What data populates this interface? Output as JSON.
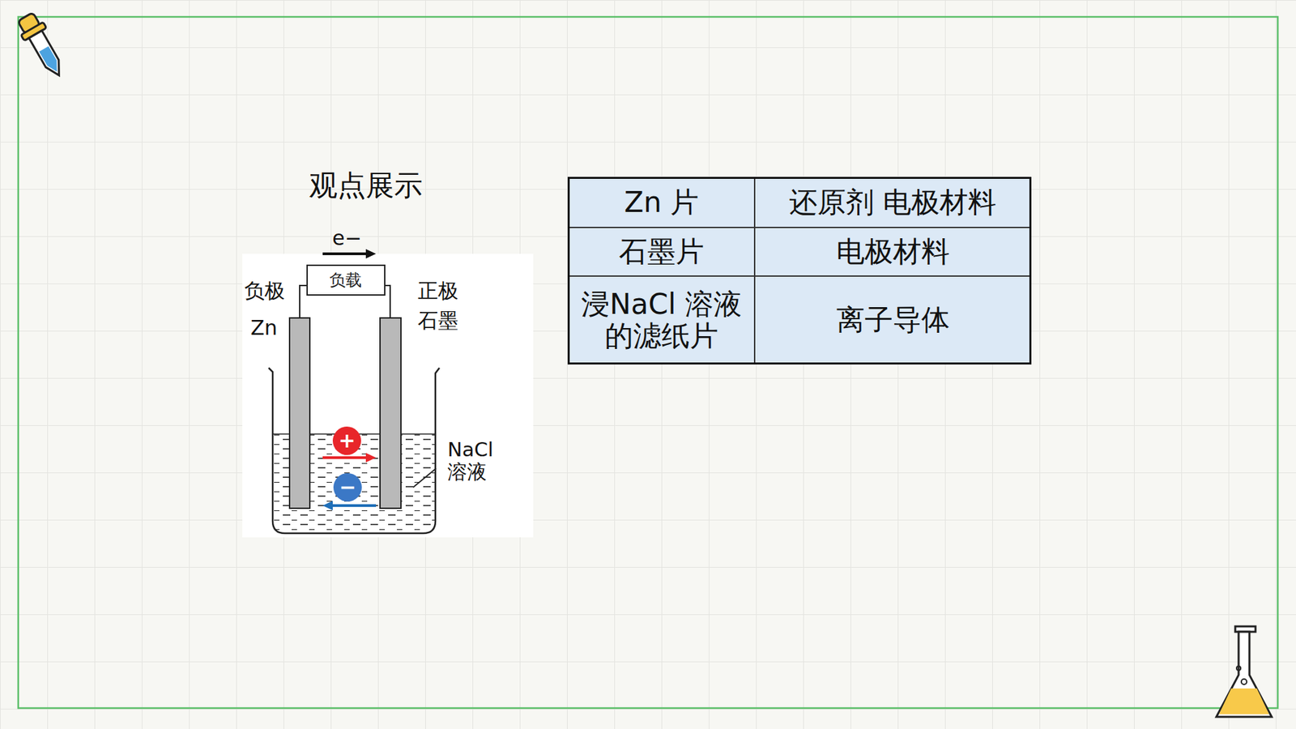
{
  "diagram": {
    "title": "观点展示",
    "nodes": [
      {
        "text": [
          "负载"
        ]
      },
      {
        "text": [
          "+"
        ]
      },
      {
        "text": [
          "−"
        ]
      }
    ],
    "labels": [
      "e−",
      "负极",
      "Zn",
      "正极",
      "石墨",
      "NaCl 溶液",
      "Zn 片",
      "还原剂 电极材料",
      "石墨片",
      "电极材料",
      "浸NaCl 溶液的滤纸片",
      "离子导体"
    ]
  }
}
